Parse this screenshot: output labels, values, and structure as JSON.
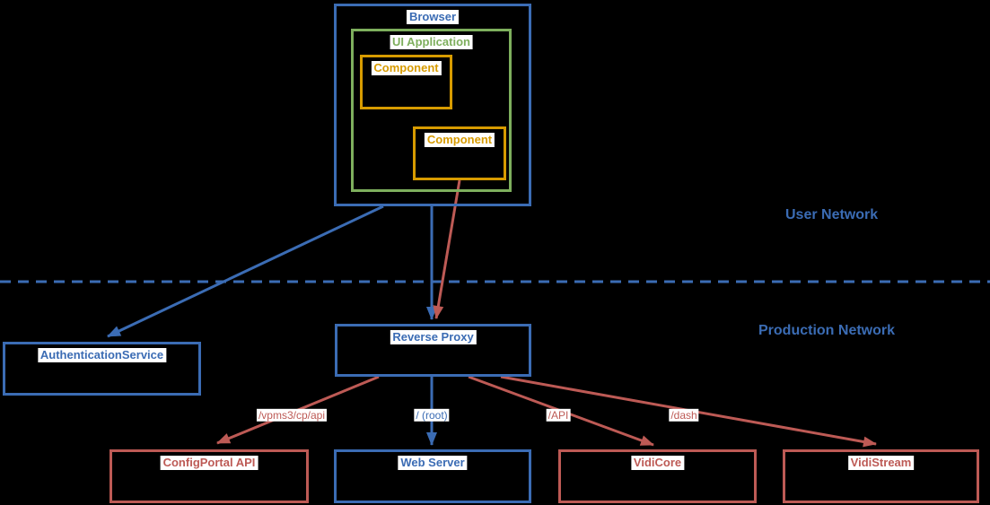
{
  "diagram_title": "Browser / Reverse Proxy network architecture diagram",
  "colors": {
    "canvas_background": "#000000",
    "label_background": "#FFFFFF",
    "blue": "#3B6CB4",
    "green": "#7EAF5D",
    "orange": "#D79B00",
    "red": "#BD5A55"
  },
  "regions": {
    "user_network": {
      "label": "User Network",
      "color": "#3B6CB4"
    },
    "production_network": {
      "label": "Production Network",
      "color": "#3B6CB4"
    },
    "divider_style": "dashed blue line"
  },
  "nodes": {
    "browser": {
      "label": "Browser",
      "color": "#3B6CB4"
    },
    "ui_application": {
      "label": "UI Application",
      "color": "#7EAF5D"
    },
    "component_1": {
      "label": "Component",
      "color": "#D79B00"
    },
    "component_2": {
      "label": "Component",
      "color": "#D79B00"
    },
    "authentication_service": {
      "label": "AuthenticationService",
      "color": "#3B6CB4"
    },
    "reverse_proxy": {
      "label": "Reverse Proxy",
      "color": "#3B6CB4"
    },
    "configportal_api": {
      "label": "ConfigPortal API",
      "color": "#BD5A55"
    },
    "web_server": {
      "label": "Web Server",
      "color": "#3B6CB4"
    },
    "vidicore": {
      "label": "VidiCore",
      "color": "#BD5A55"
    },
    "vidistream": {
      "label": "VidiStream",
      "color": "#BD5A55"
    }
  },
  "edges": {
    "browser_to_authentication": {
      "label": "",
      "color": "#3B6CB4"
    },
    "browser_to_reverse_proxy": {
      "label": "",
      "color": "#3B6CB4"
    },
    "component_to_reverse_proxy": {
      "label": "",
      "color": "#BD5A55"
    },
    "reverse_proxy_to_configportal": {
      "label": "/vpms3/cp/api",
      "color": "#BD5A55"
    },
    "reverse_proxy_to_web_server": {
      "label": "/ (root)",
      "color": "#3B6CB4"
    },
    "reverse_proxy_to_vidicore": {
      "label": "/API",
      "color": "#BD5A55"
    },
    "reverse_proxy_to_vidistream": {
      "label": "/dash",
      "color": "#BD5A55"
    }
  }
}
